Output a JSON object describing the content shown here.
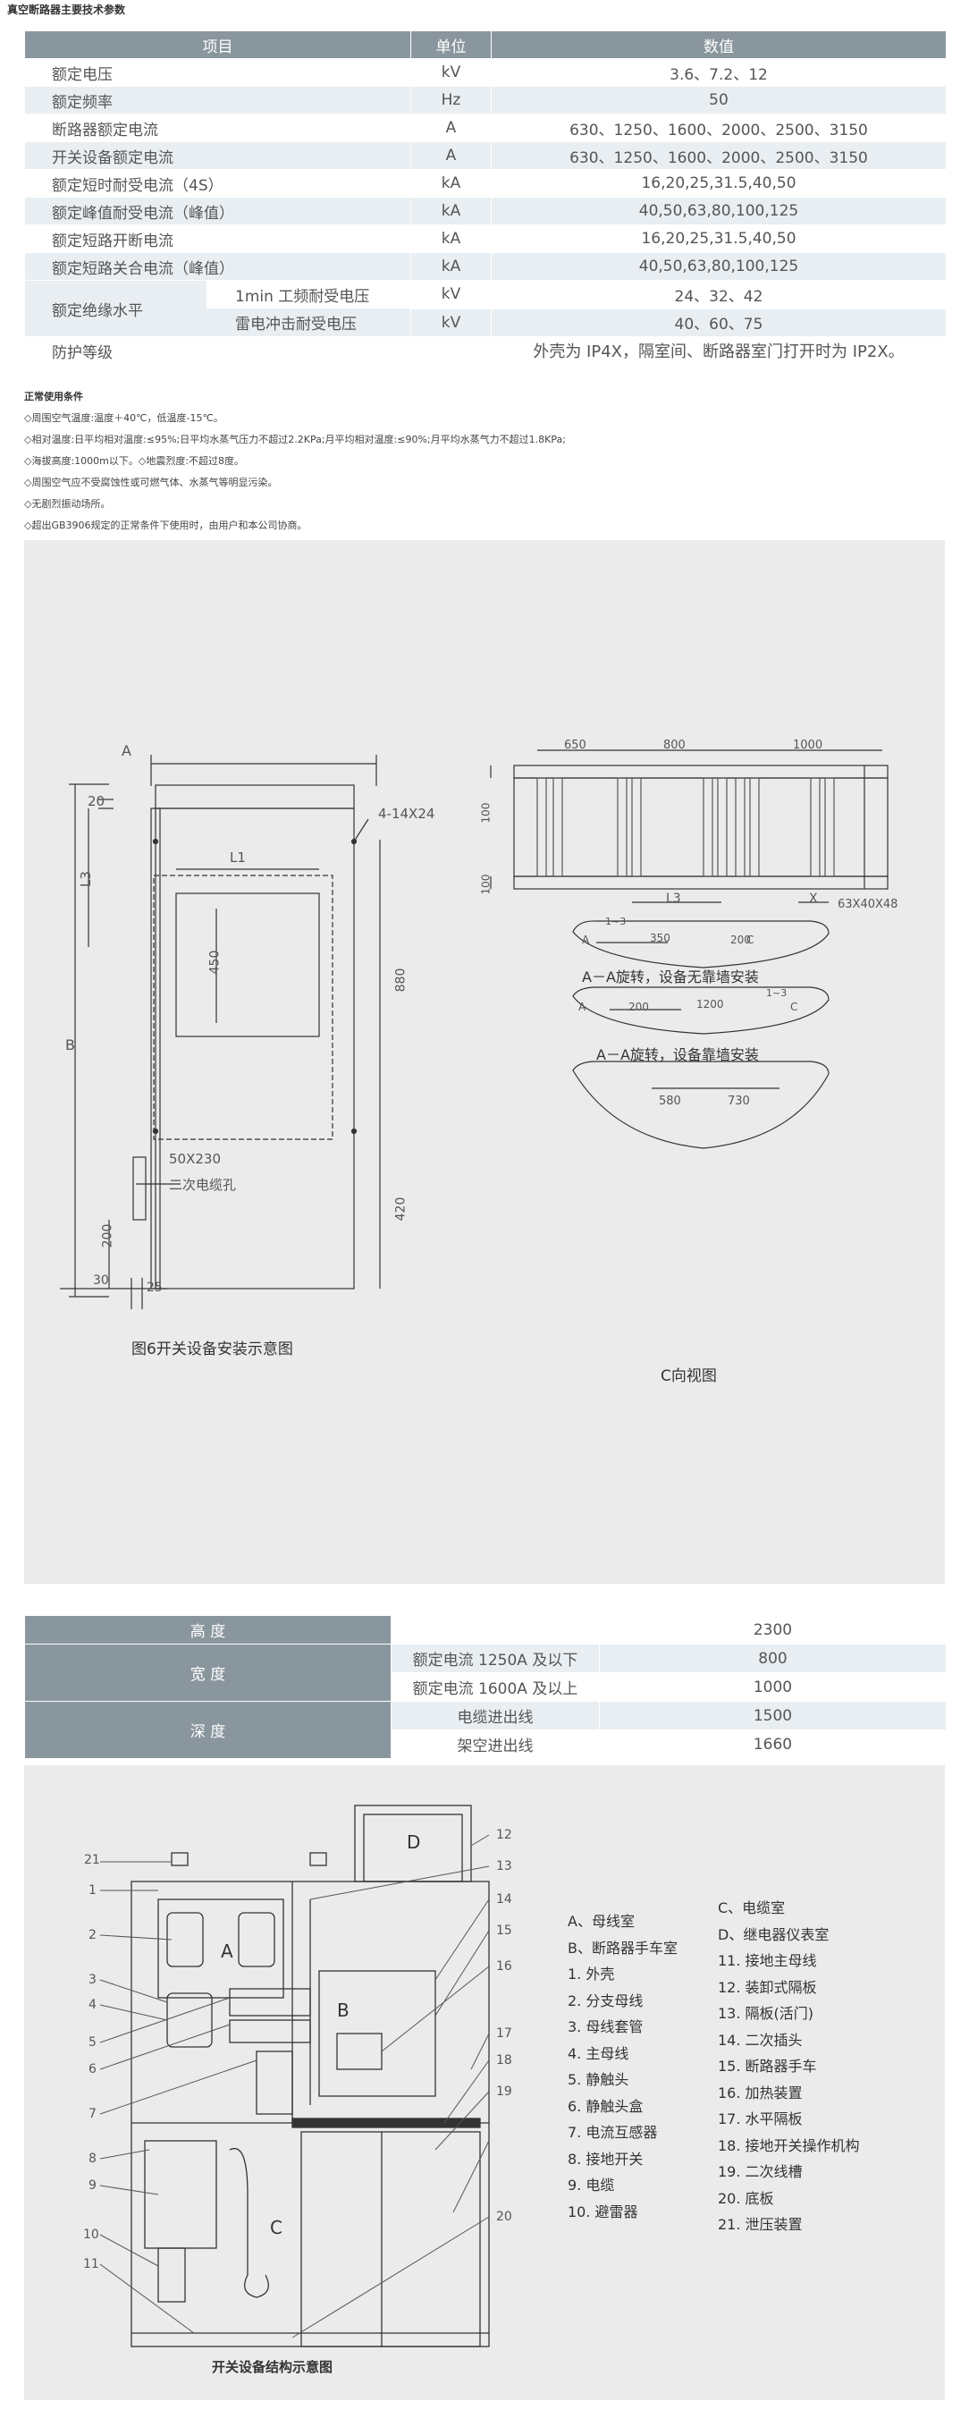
{
  "title": "真空断路器主要技术参数",
  "spec": {
    "headers": [
      "项目",
      "单位",
      "数值"
    ],
    "rows": [
      {
        "item": "额定电压",
        "unit": "kV",
        "value": "3.6、7.2、12"
      },
      {
        "item": "额定频率",
        "unit": "Hz",
        "value": "50"
      },
      {
        "item": "断路器额定电流",
        "unit": "A",
        "value": "630、1250、1600、2000、2500、3150"
      },
      {
        "item": "开关设备额定电流",
        "unit": "A",
        "value": "630、1250、1600、2000、2500、3150"
      },
      {
        "item": "额定短时耐受电流（4S）",
        "unit": "kA",
        "value": "16,20,25,31.5,40,50"
      },
      {
        "item": "额定峰值耐受电流（峰值）",
        "unit": "kA",
        "value": "40,50,63,80,100,125"
      },
      {
        "item": "额定短路开断电流",
        "unit": "kA",
        "value": "16,20,25,31.5,40,50"
      },
      {
        "item": "额定短路关合电流（峰值）",
        "unit": "kA",
        "value": "40,50,63,80,100,125"
      }
    ],
    "insulation": {
      "label": "额定绝缘水平",
      "sub": [
        {
          "item": "1min 工频耐受电压",
          "unit": "kV",
          "value": "24、32、42"
        },
        {
          "item": "雷电冲击耐受电压",
          "unit": "kV",
          "value": "40、60、75"
        }
      ]
    },
    "protection": {
      "item": "防护等级",
      "unit": "",
      "value": "外壳为 IP4X，隔室间、断路器室门打开时为 IP2X。"
    }
  },
  "conditions": {
    "title": "正常使用条件",
    "items": [
      "◇周围空气温度:温度＋40℃，低温度-15℃。",
      "◇相对温度:日平均相对温度:≤95%;日平均水蒸气压力不超过2.2KPa;月平均相对温度:≤90%;月平均水蒸气力不超过1.8KPa;",
      "◇海拔高度:1000m以下。◇地震烈度:不超过8度。",
      "◇周围空气应不受腐蚀性或可燃气体、水蒸气等明显污染。",
      "◇无剧烈振动场所。",
      "◇超出GB3906规定的正常条件下使用时，由用户和本公司协商。"
    ]
  },
  "fig1": {
    "caption_left": "图6开关设备安装示意图",
    "caption_right": "C向视图",
    "dims": {
      "A": "A",
      "B": "B",
      "L3": "L3",
      "L1": "L1",
      "d20": "20",
      "d450": "450",
      "d880": "880",
      "d420": "420",
      "d200": "200",
      "d30": "30",
      "d25": "25",
      "hole": "4-14X24",
      "cable_size": "50X230",
      "cable_hole": "二次电缆孔",
      "d650": "650",
      "d800": "800",
      "d1000": "1000",
      "d100a": "100",
      "d100b": "100",
      "L3b": "L3",
      "X": "X",
      "steel": "63X40X48"
    },
    "aa1": "A－A旋转，设备无靠墙安装",
    "aa2": "A－A旋转，设备靠墙安装",
    "sec1": {
      "d13": "1~3",
      "d350": "350",
      "d200": "200",
      "A": "A",
      "C": "C"
    },
    "sec2": {
      "d200": "200",
      "d1200": "1200",
      "d13": "1~3",
      "A": "A",
      "C": "C"
    },
    "sec3": {
      "d580": "580",
      "d730": "730"
    }
  },
  "dimensions": {
    "rows": [
      {
        "label": "高  度",
        "sub": "",
        "value": "2300"
      },
      {
        "label": "宽  度",
        "sub": "额定电流 1250A 及以下",
        "value": "800"
      },
      {
        "label": "",
        "sub": "额定电流 1600A 及以上",
        "value": "1000"
      },
      {
        "label": "深  度",
        "sub": "电缆进出线",
        "value": "1500"
      },
      {
        "label": "",
        "sub": "架空进出线",
        "value": "1660"
      }
    ]
  },
  "fig2": {
    "caption": "开关设备结构示意图",
    "letters": {
      "A": "A",
      "B": "B",
      "C": "C",
      "D": "D"
    },
    "legend_left": [
      "A、母线室",
      "B、断路器手车室",
      "1. 外壳",
      "2. 分支母线",
      "3. 母线套管",
      "4. 主母线",
      "5. 静触头",
      "6. 静触头盒",
      "7. 电流互感器",
      "8. 接地开关",
      "9. 电缆",
      "10. 避雷器"
    ],
    "legend_right": [
      "C、电缆室",
      "D、继电器仪表室",
      "11. 接地主母线",
      "12. 装卸式隔板",
      "13. 隔板(活门)",
      "14. 二次插头",
      "15. 断路器手车",
      "16. 加热装置",
      "17. 水平隔板",
      "18. 接地开关操作机构",
      "19. 二次线槽",
      "20. 底板",
      "21. 泄压装置"
    ],
    "callouts": [
      "1",
      "2",
      "3",
      "4",
      "5",
      "6",
      "7",
      "8",
      "9",
      "10",
      "11",
      "12",
      "13",
      "14",
      "15",
      "16",
      "17",
      "18",
      "19",
      "20",
      "21"
    ]
  }
}
